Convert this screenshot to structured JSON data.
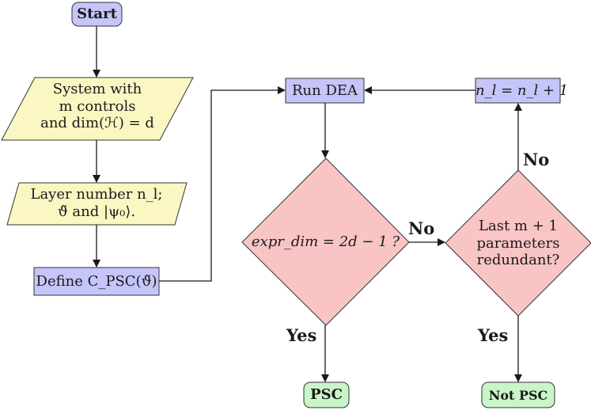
{
  "colors": {
    "process_fill": "#c5c5f9",
    "io_fill": "#fbf7c2",
    "decision_fill": "#f9c4c4",
    "terminal_start_fill": "#c5c5f9",
    "terminal_end_fill": "#c9f5c9",
    "stroke": "#333333"
  },
  "nodes": {
    "start": {
      "label": "Start"
    },
    "system": {
      "lines": [
        "System with",
        "m controls",
        "and dim(ℋ) = d"
      ]
    },
    "layer": {
      "lines": [
        "Layer number n_l;",
        "ϑ̃ and |ψ₀⟩."
      ]
    },
    "define": {
      "label": "Define C_PSC(ϑ̃)"
    },
    "run_dea": {
      "label": "Run DEA"
    },
    "increment": {
      "label": "n_l = n_l + 1"
    },
    "check_dim": {
      "label": "expr_dim = 2d − 1 ?"
    },
    "redundant": {
      "lines": [
        "Last m + 1",
        "parameters",
        "redundant?"
      ]
    },
    "psc": {
      "label": "PSC"
    },
    "not_psc": {
      "label": "Not PSC"
    }
  },
  "edges": {
    "dim_no": "No",
    "dim_yes": "Yes",
    "red_no": "No",
    "red_yes": "Yes"
  }
}
